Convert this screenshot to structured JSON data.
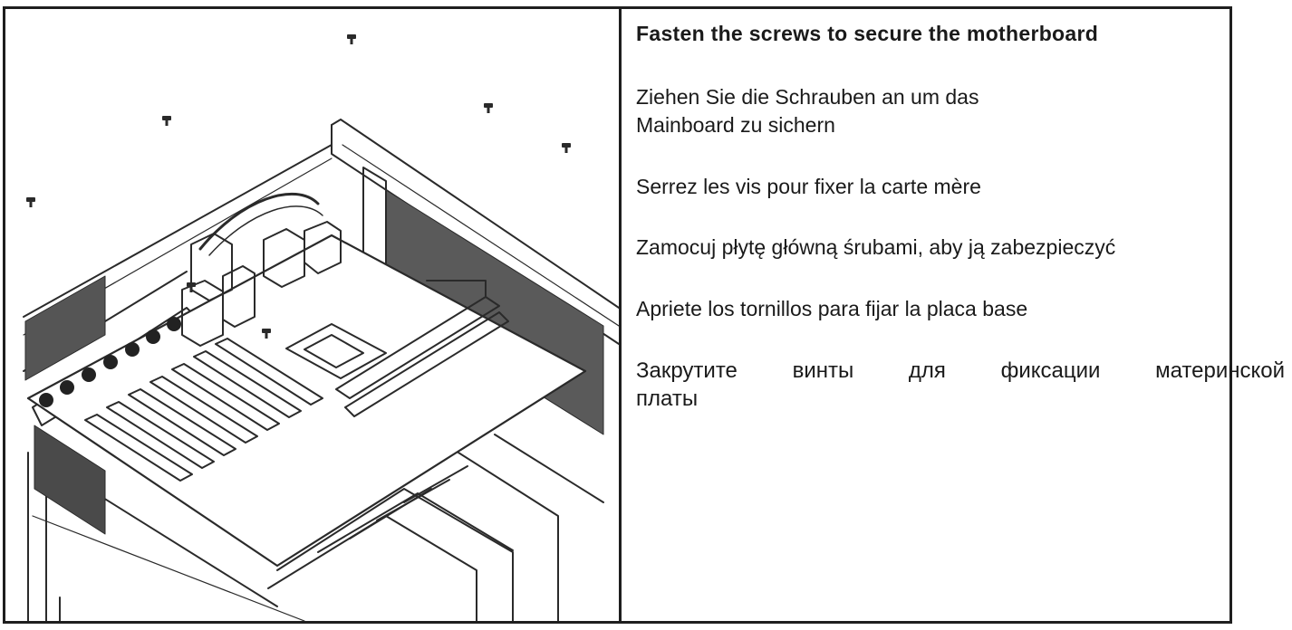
{
  "instructions": {
    "title": "Fasten the screws to secure the motherboard",
    "german": "Ziehen Sie die Schrauben an um das Mainboard zu sichern",
    "french": "Serrez les vis pour fixer la carte mère",
    "polish": "Zamocuj płytę główną śrubami, aby ją zabezpieczyć",
    "spanish": "Apriete los tornillos para fijar la placa base",
    "russian_line1": "Закрутите винты для фиксации материнской",
    "russian_line2": "платы"
  },
  "colors": {
    "border": "#1e1e1e",
    "line_art": "#2a2a2a",
    "background": "#ffffff"
  }
}
